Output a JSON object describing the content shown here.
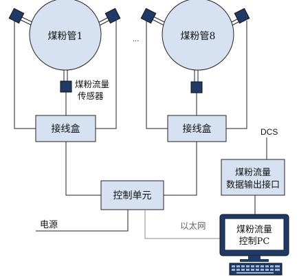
{
  "diagram": {
    "pipe_left_label": "煤粉管1",
    "pipe_right_label": "煤粉管8",
    "ellipsis": "...",
    "sensor_label_line1": "煤粉流量",
    "sensor_label_line2": "传感器",
    "junction_left_label": "接线盒",
    "junction_right_label": "接线盒",
    "control_unit_label": "控制单元",
    "dcs_label": "DCS",
    "data_interface_line1": "煤粉流量",
    "data_interface_line2": "数据输出接口",
    "power_label": "电源",
    "ethernet_label": "以太网",
    "pc_line1": "煤粉流量",
    "pc_line2": "控制PC"
  },
  "colors": {
    "line": "#222222",
    "gray_line": "#8a8a8a",
    "box_fill": "#d6e2f2",
    "pipe_fill": "#d6e2f2",
    "sensor_fill": "#1f3a64",
    "monitor_frame": "#1f3a64",
    "screen_fill": "#ffffff",
    "text": "#111111"
  },
  "icons": [
    "sensor-icon",
    "monitor-icon",
    "keyboard-icon"
  ]
}
